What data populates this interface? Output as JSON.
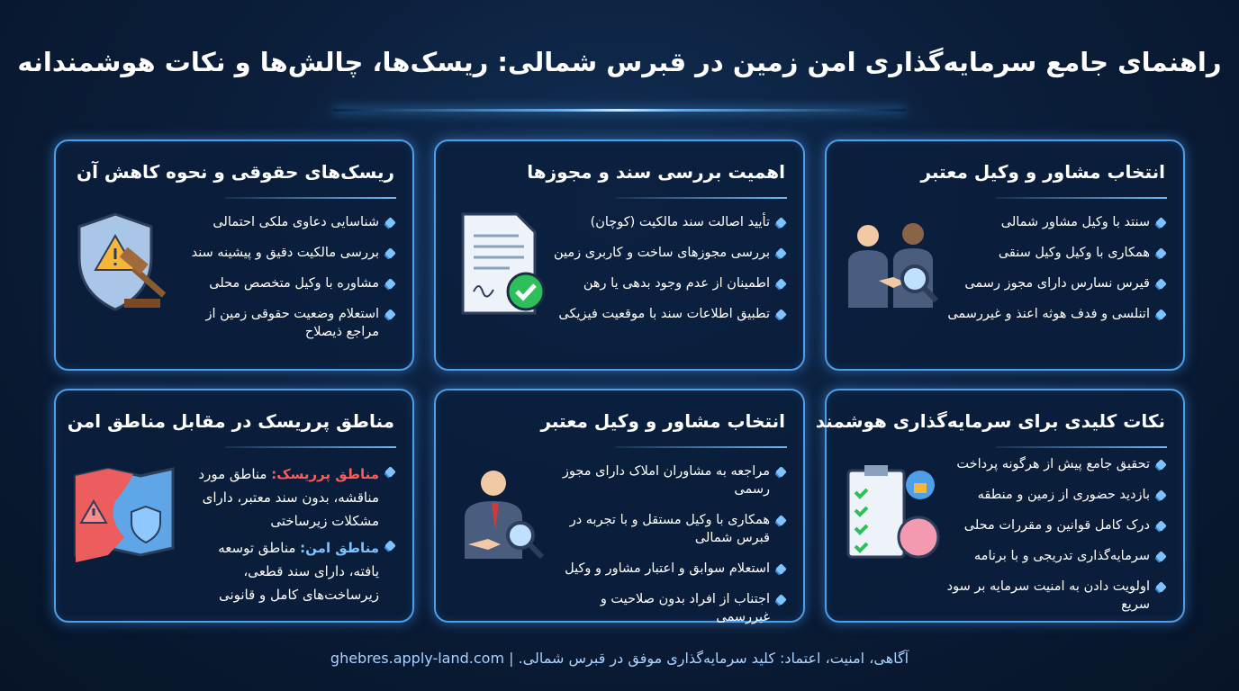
{
  "title": "راهنمای جامع سرمایه‌گذاری امن زمین در قبرس شمالی: ریسک‌ها، چالش‌ها و نکات هوشمندانه",
  "cards": [
    {
      "title": "انتخاب مشاور و وکیل معتبر",
      "icon": "handshake-magnifier-icon",
      "items": [
        "سنتد با وکیل مشاور شمالی",
        "همکاری با وکیل وکیل سنقی",
        "قیرس نسارس دارای مجوز رسمی",
        "اتنلسی و فدف هوثه اعنذ و غیررسمی"
      ]
    },
    {
      "title": "اهمیت بررسی سند و مجوزها",
      "icon": "document-check-icon",
      "items": [
        "تأیید اصالت سند مالکیت (کوچان)",
        "بررسی مجوزهای ساخت و کاربری زمین",
        "اطمینان از عدم وجود بدهی یا رهن",
        "تطبیق اطلاعات سند با موقعیت فیزیکی"
      ]
    },
    {
      "title": "ریسک‌های حقوقی و نحوه کاهش آن",
      "icon": "shield-gavel-icon",
      "items": [
        "شناسایی دعاوی ملکی احتمالی",
        "بررسی مالکیت دقیق و پیشینه سند",
        "مشاوره با وکیل متخصص محلی",
        "استعلام وضعیت حقوقی زمین از مراجع ذیصلاح"
      ]
    },
    {
      "title": "نکات کلیدی برای سرمایه‌گذاری هوشمند",
      "icon": "checklist-brain-icon",
      "items": [
        "تحقیق جامع پیش از هرگونه پرداخت",
        "بازدید حضوری از زمین و منطقه",
        "درک کامل قوانین و مقررات محلی",
        "سرمایه‌گذاری تدریجی و با برنامه",
        "اولویت دادن به امنیت سرمایه بر سود سریع"
      ]
    },
    {
      "title": "انتخاب مشاور و وکیل معتبر",
      "icon": "advisor-magnifier-icon",
      "items": [
        "مراجعه به مشاوران املاک دارای مجوز رسمی",
        "همکاری با وکیل مستقل و با تجربه در قبرس شمالی",
        "استعلام سوابق و اعتبار مشاور و وکیل",
        "اجتناب از افراد بدون صلاحیت و غیررسمی"
      ]
    },
    {
      "title": "مناطق پرریسک در مقابل مناطق امن",
      "icon": "risk-safe-map-icon",
      "items": [
        {
          "label": "مناطق پرریسک:",
          "text": " مناطق مورد مناقشه، بدون سند معتبر، دارای مشکلات زیرساختی"
        },
        {
          "label": "مناطق امن:",
          "text": " مناطق توسعه یافته، دارای سند قطعی، زیرساخت‌های کامل و قانونی"
        }
      ]
    }
  ],
  "footer": "آگاهی، امنیت، اعتماد: کلید سرمایه‌گذاری موفق در قبرس شمالی. | ghebres.apply-land.com",
  "colors": {
    "accent": "#4f9ee8",
    "risk": "#ff5a5a",
    "safe": "#7cc3ff"
  }
}
